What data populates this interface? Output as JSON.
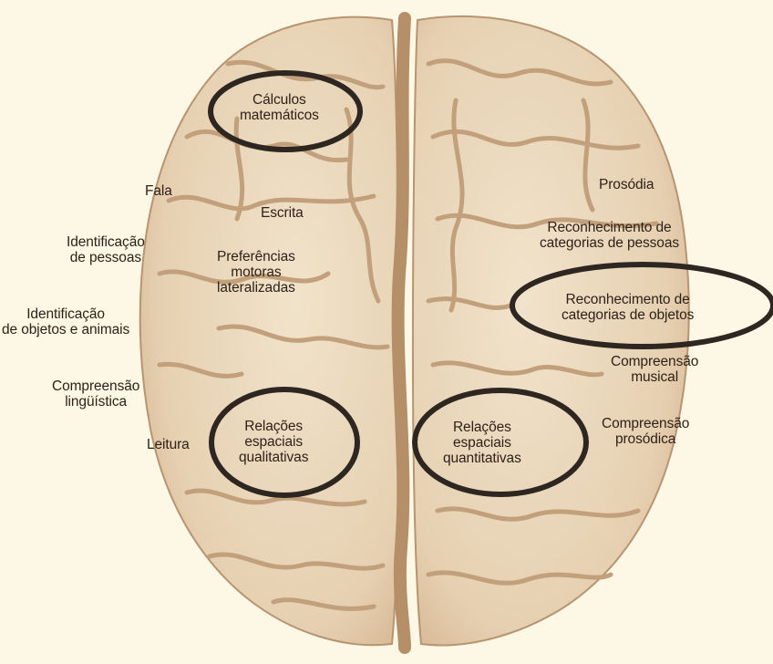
{
  "labels": {
    "calculos": [
      "Cálculos",
      "matemáticos"
    ],
    "fala": "Fala",
    "escrita": "Escrita",
    "identificacao_pessoas": [
      "Identificação",
      "de pessoas"
    ],
    "preferencias": [
      "Preferências",
      "motoras",
      "lateralizadas"
    ],
    "identificacao_objetos": [
      "Identificação",
      "de objetos e animais"
    ],
    "compreensao_linguistica": [
      "Compreensão",
      "lingüística"
    ],
    "leitura": "Leitura",
    "relacoes_qualitativas": [
      "Relações",
      "espaciais",
      "qualitativas"
    ],
    "prosodia": "Prosódia",
    "reconhecimento_pessoas": [
      "Reconhecimento de",
      "categorias de pessoas"
    ],
    "reconhecimento_objetos": [
      "Reconhecimento de",
      "categorias de objetos"
    ],
    "compreensao_musical": [
      "Compreensão",
      "musical"
    ],
    "compreensao_prosodica": [
      "Compreensão",
      "prosódica"
    ],
    "relacoes_quantitativas": [
      "Relações",
      "espaciais",
      "quantitativas"
    ]
  },
  "colors": {
    "background": "#fdf8e6",
    "brain": "#e7d3b6",
    "fissure": "#b48f67",
    "sulcus": "#bf9d78",
    "ring": "#2e2620",
    "text": "#2e2118"
  }
}
